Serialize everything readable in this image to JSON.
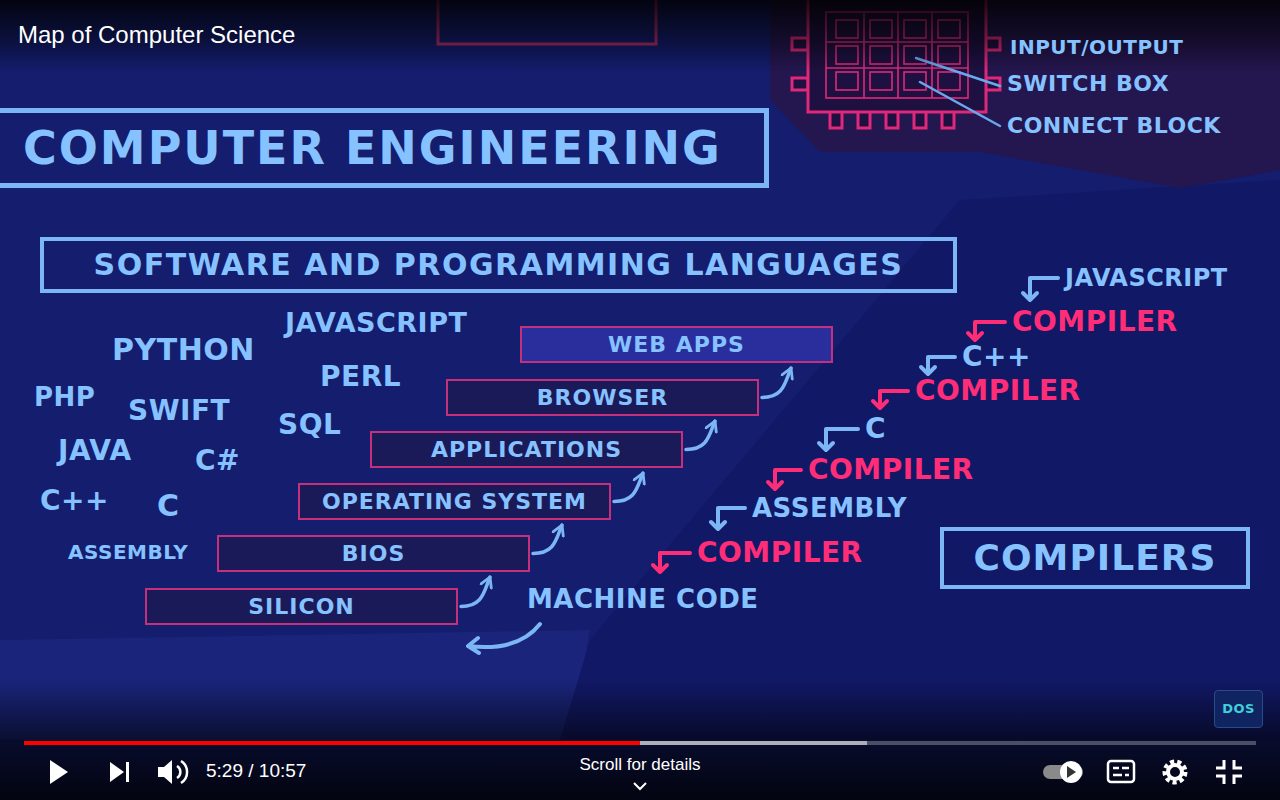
{
  "diagram": {
    "title": "Map of Computer Science",
    "nodes": [
      {
        "text": [
          "COMPUTER ENGINEERING"
        ]
      },
      {
        "text": [
          "SOFTWARE AND PROGRAMMING LANGUAGES"
        ]
      },
      {
        "text": [
          "WEB APPS"
        ]
      },
      {
        "text": [
          "BROWSER"
        ]
      },
      {
        "text": [
          "APPLICATIONS"
        ]
      },
      {
        "text": [
          "OPERATING SYSTEM"
        ]
      },
      {
        "text": [
          "BIOS"
        ]
      },
      {
        "text": [
          "SILICON"
        ]
      },
      {
        "text": [
          "COMPILERS"
        ]
      },
      {
        "text": [
          "DOS"
        ]
      }
    ],
    "edges": [
      {
        "from": 7,
        "to": 6,
        "arrow": "to"
      },
      {
        "from": 6,
        "to": 5,
        "arrow": "to"
      },
      {
        "from": 5,
        "to": 4,
        "arrow": "to"
      },
      {
        "from": 4,
        "to": 3,
        "arrow": "to"
      },
      {
        "from": 3,
        "to": 2,
        "arrow": "to"
      }
    ],
    "labels": [
      "INPUT/OUTPUT",
      "SWITCH BOX",
      "CONNECT BLOCK",
      "PYTHON",
      "JAVASCRIPT",
      "PHP",
      "SWIFT",
      "PERL",
      "SQL",
      "JAVA",
      "C#",
      "C++",
      "C",
      "ASSEMBLY",
      "JAVASCRIPT",
      "COMPILER",
      "C++",
      "COMPILER",
      "C",
      "COMPILER",
      "ASSEMBLY",
      "COMPILER",
      "MACHINE CODE",
      "5:29 / 10:57",
      "Scroll for details"
    ]
  }
}
